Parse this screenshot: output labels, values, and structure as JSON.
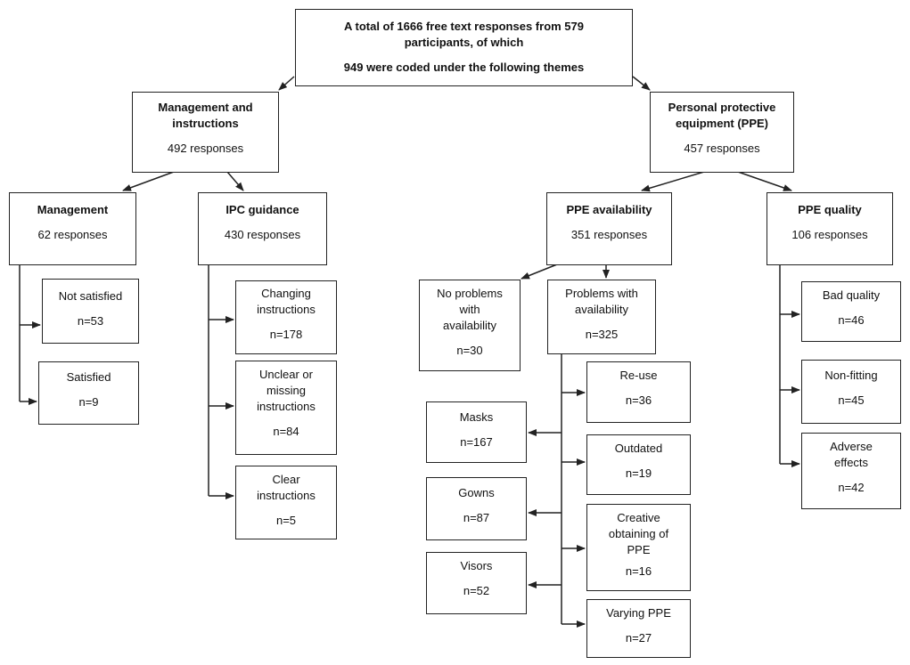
{
  "root": {
    "line1": "A total of 1666 free text responses from 579",
    "line2": "participants, of which",
    "line3": "949 were coded under the following themes"
  },
  "management_and_instructions": {
    "title_line1": "Management and",
    "title_line2": "instructions",
    "count": "492 responses"
  },
  "ppe": {
    "title_line1": "Personal protective",
    "title_line2": "equipment (PPE)",
    "count": "457 responses"
  },
  "management": {
    "title": "Management",
    "count": "62 responses"
  },
  "ipc_guidance": {
    "title": "IPC guidance",
    "count": "430 responses"
  },
  "ppe_availability": {
    "title": "PPE availability",
    "count": "351 responses"
  },
  "ppe_quality": {
    "title": "PPE quality",
    "count": "106 responses"
  },
  "not_satisfied": {
    "label": "Not satisfied",
    "n": "n=53"
  },
  "satisfied": {
    "label": "Satisfied",
    "n": "n=9"
  },
  "changing_instructions": {
    "line1": "Changing",
    "line2": "instructions",
    "n": "n=178"
  },
  "unclear_instructions": {
    "line1": "Unclear or",
    "line2": "missing",
    "line3": "instructions",
    "n": "n=84"
  },
  "clear_instructions": {
    "line1": "Clear",
    "line2": "instructions",
    "n": "n=5"
  },
  "no_problems": {
    "line1": "No problems",
    "line2": "with",
    "line3": "availability",
    "n": "n=30"
  },
  "problems": {
    "line1": "Problems with",
    "line2": "availability",
    "n": "n=325"
  },
  "masks": {
    "label": "Masks",
    "n": "n=167"
  },
  "gowns": {
    "label": "Gowns",
    "n": "n=87"
  },
  "visors": {
    "label": "Visors",
    "n": "n=52"
  },
  "reuse": {
    "label": "Re-use",
    "n": "n=36"
  },
  "outdated": {
    "label": "Outdated",
    "n": "n=19"
  },
  "creative": {
    "line1": "Creative",
    "line2": "obtaining of",
    "line3": "PPE",
    "n": "n=16"
  },
  "varying": {
    "label": "Varying PPE",
    "n": "n=27"
  },
  "bad_quality": {
    "label": "Bad quality",
    "n": "n=46"
  },
  "non_fitting": {
    "label": "Non-fitting",
    "n": "n=45"
  },
  "adverse": {
    "line1": "Adverse",
    "line2": "effects",
    "n": "n=42"
  }
}
